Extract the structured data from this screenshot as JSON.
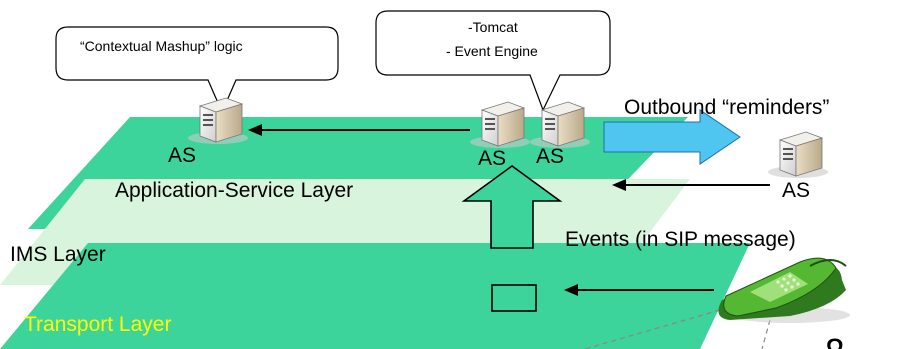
{
  "callouts": {
    "mashup": "“Contextual Mashup” logic",
    "tomcat_line1": "-Tomcat",
    "tomcat_line2": "- Event Engine"
  },
  "server_label": "AS",
  "labels": {
    "outbound": "Outbound “reminders”",
    "events": "Events (in SIP message)"
  },
  "layers": {
    "application": "Application-Service Layer",
    "ims": "IMS Layer",
    "transport": "Transport Layer"
  },
  "colors": {
    "layer_green": "#3dd49c",
    "ims_green": "#d8f4dc",
    "outbound_arrow": "#4ec6f0",
    "transport_label": "#ffff00",
    "phone_green": "#55b832"
  }
}
